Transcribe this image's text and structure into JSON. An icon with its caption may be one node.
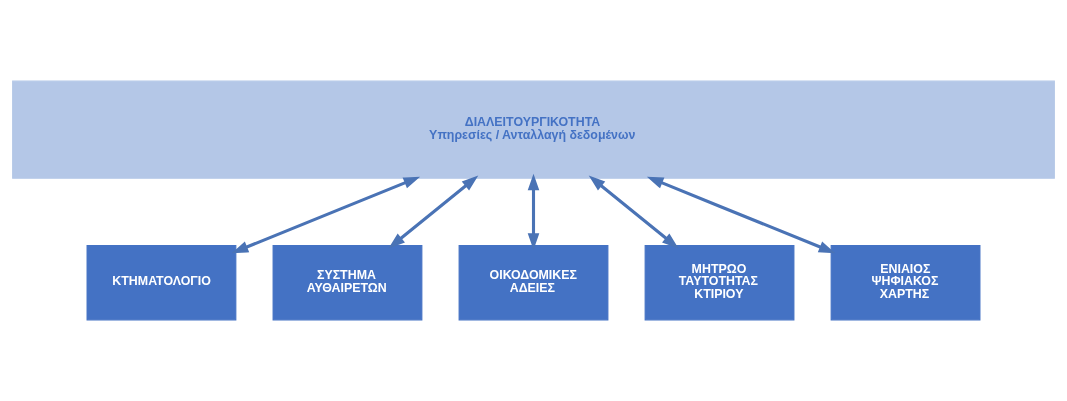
{
  "diagram": {
    "nodes": [
      {
        "text": [
          "ΔΙΑΛΕΙΤΟΥΡΓΙΚΟΤΗΤΑ",
          "Υπηρεσίες / Ανταλλαγή δεδομένων"
        ]
      },
      {
        "text": [
          "ΚΤΗΜΑΤΟΛΟΓΙΟ"
        ]
      },
      {
        "text": [
          "ΣΥΣΤΗΜΑ ΑΥΘΑΙΡΕΤΩΝ"
        ]
      },
      {
        "text": [
          "ΟΙΚΟΔΟΜΙΚΕΣ ΑΔΕΙΕΣ"
        ]
      },
      {
        "text": [
          "ΜΗΤΡΩΟ ΤΑΥΤΟΤΗΤΑΣ ΚΤΙΡΙΟΥ"
        ]
      },
      {
        "text": [
          "ΕΝΙΑΙΟΣ ΨΗΦΙΑΚΟΣ ΧΑΡΤΗΣ"
        ]
      }
    ],
    "edges": [
      {
        "from": 0,
        "to": 1,
        "arrow": "both"
      },
      {
        "from": 0,
        "to": 2,
        "arrow": "both"
      },
      {
        "from": 0,
        "to": 3,
        "arrow": "both"
      },
      {
        "from": 0,
        "to": 4,
        "arrow": "both"
      },
      {
        "from": 0,
        "to": 5,
        "arrow": "both"
      }
    ]
  }
}
